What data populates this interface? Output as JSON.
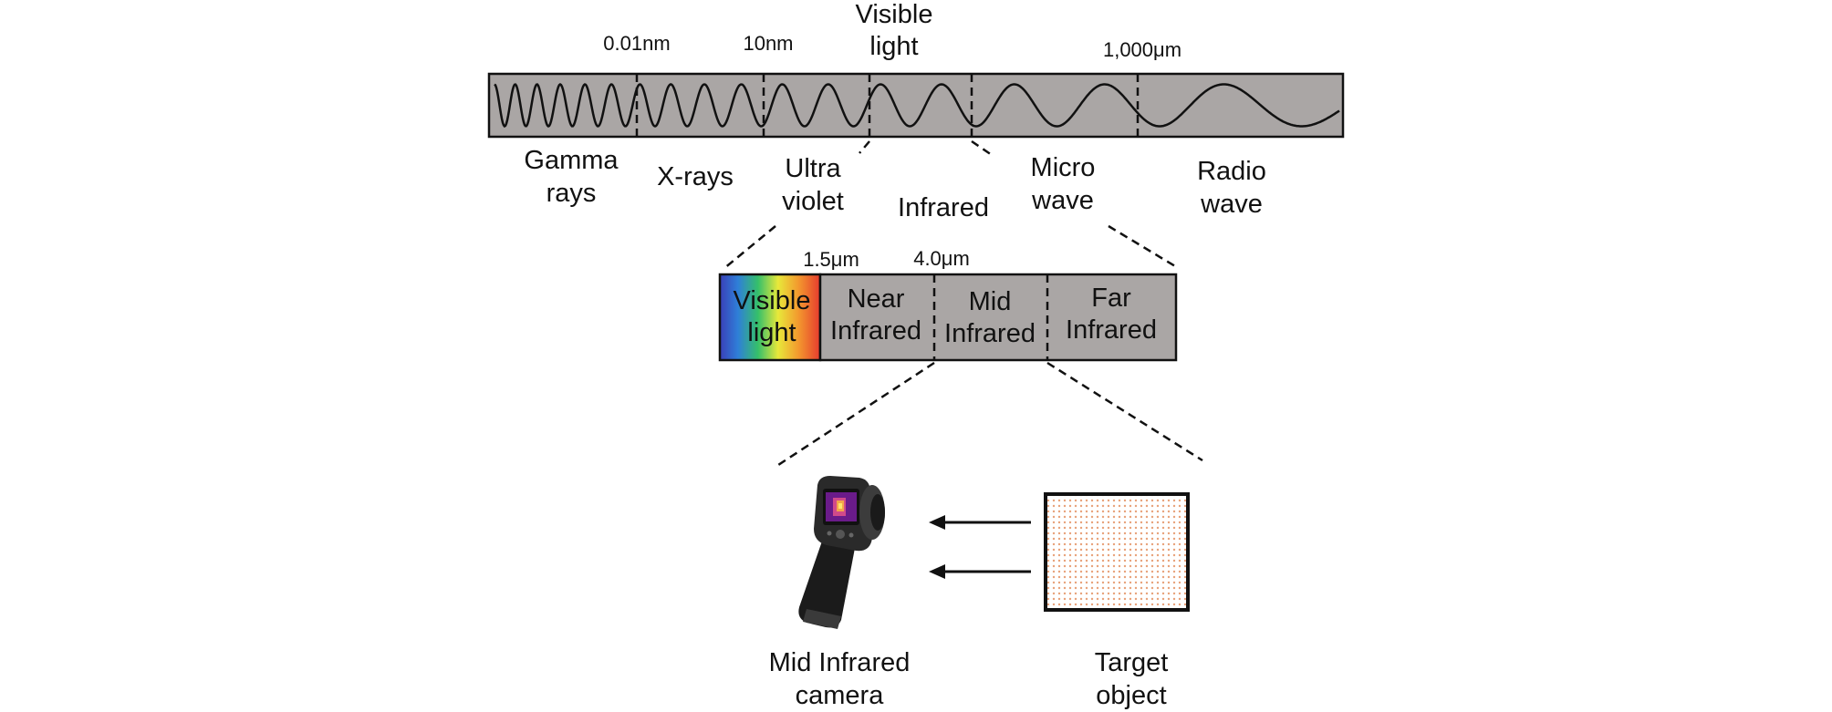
{
  "spectrum_bar": {
    "boundaries": [
      "0.01nm",
      "10nm",
      "Visible light",
      "1,000μm"
    ],
    "visible_label": [
      "Visible",
      "light"
    ],
    "bands": [
      {
        "id": "gamma",
        "lines": [
          "Gamma",
          "rays"
        ]
      },
      {
        "id": "xray",
        "lines": [
          "X-rays"
        ]
      },
      {
        "id": "uv",
        "lines": [
          "Ultra",
          "violet"
        ]
      },
      {
        "id": "ir",
        "lines": [
          "Infrared"
        ]
      },
      {
        "id": "micro",
        "lines": [
          "Micro",
          "wave"
        ]
      },
      {
        "id": "radio",
        "lines": [
          "Radio",
          "wave"
        ]
      }
    ]
  },
  "infrared_bar": {
    "boundaries": [
      "1.5μm",
      "4.0μm"
    ],
    "segments": [
      {
        "id": "visible",
        "lines": [
          "Visible",
          "light"
        ]
      },
      {
        "id": "near",
        "lines": [
          "Near",
          "Infrared"
        ]
      },
      {
        "id": "mid",
        "lines": [
          "Mid",
          "Infrared"
        ]
      },
      {
        "id": "far",
        "lines": [
          "Far",
          "Infrared"
        ]
      }
    ]
  },
  "bottom": {
    "camera_label": [
      "Mid Infrared",
      "camera"
    ],
    "target_label": [
      "Target",
      "object"
    ]
  },
  "colors": {
    "bar_fill": "#aaa6a5",
    "stroke": "#111111",
    "target_dots": "#e8a27a",
    "rainbow": [
      "#3a3fb8",
      "#2f7fd8",
      "#35c06a",
      "#e8e83a",
      "#f39a2e",
      "#e63a2e"
    ]
  }
}
